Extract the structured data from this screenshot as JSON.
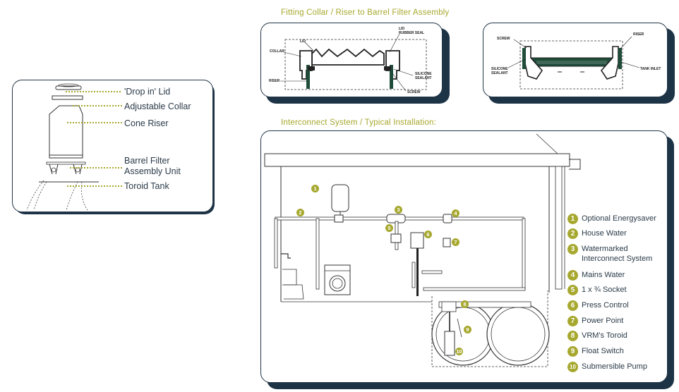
{
  "colors": {
    "accent": "#a7a82e",
    "panel_border": "#243646",
    "shadow": "#1d3346",
    "pipe_green": "#1f4d3a",
    "text": "#2a3a48"
  },
  "left_panel": {
    "labels": [
      "'Drop in' Lid",
      "Adjustable Collar",
      "Cone Riser",
      "Barrel Filter",
      "Assembly Unit",
      "Toroid Tank"
    ]
  },
  "fitting_section": {
    "title": "Fitting Collar / Riser to Barrel Filter Assembly",
    "left_callouts": {
      "lid": "LID",
      "lid_seal_1": "LID",
      "lid_seal_2": "RUBBER SEAL",
      "collar": "COLLAR",
      "riser": "RISER",
      "silicone_1": "SILICONE",
      "silicone_2": "SEALANT",
      "screw": "SCREW"
    },
    "right_callouts": {
      "screw": "SCREW",
      "riser": "RISER",
      "silicone_1": "SILICONE",
      "silicone_2": "SEALANT",
      "tank_inlet": "TANK INLET"
    }
  },
  "interconnect_section": {
    "title": "Interconnect System / Typical Installation:",
    "legend": [
      {
        "n": "1",
        "lines": [
          "Optional Energysaver"
        ]
      },
      {
        "n": "2",
        "lines": [
          "House Water"
        ]
      },
      {
        "n": "3",
        "lines": [
          "Watermarked",
          "Interconnect System"
        ]
      },
      {
        "n": "4",
        "lines": [
          "Mains Water"
        ]
      },
      {
        "n": "5",
        "lines": [
          "1 x ¾ Socket"
        ]
      },
      {
        "n": "6",
        "lines": [
          "Press Control"
        ]
      },
      {
        "n": "7",
        "lines": [
          "Power Point"
        ]
      },
      {
        "n": "8",
        "lines": [
          "VRM's Toroid"
        ]
      },
      {
        "n": "9",
        "lines": [
          "Float Switch"
        ]
      },
      {
        "n": "10",
        "lines": [
          "Submersible Pump"
        ]
      }
    ]
  }
}
